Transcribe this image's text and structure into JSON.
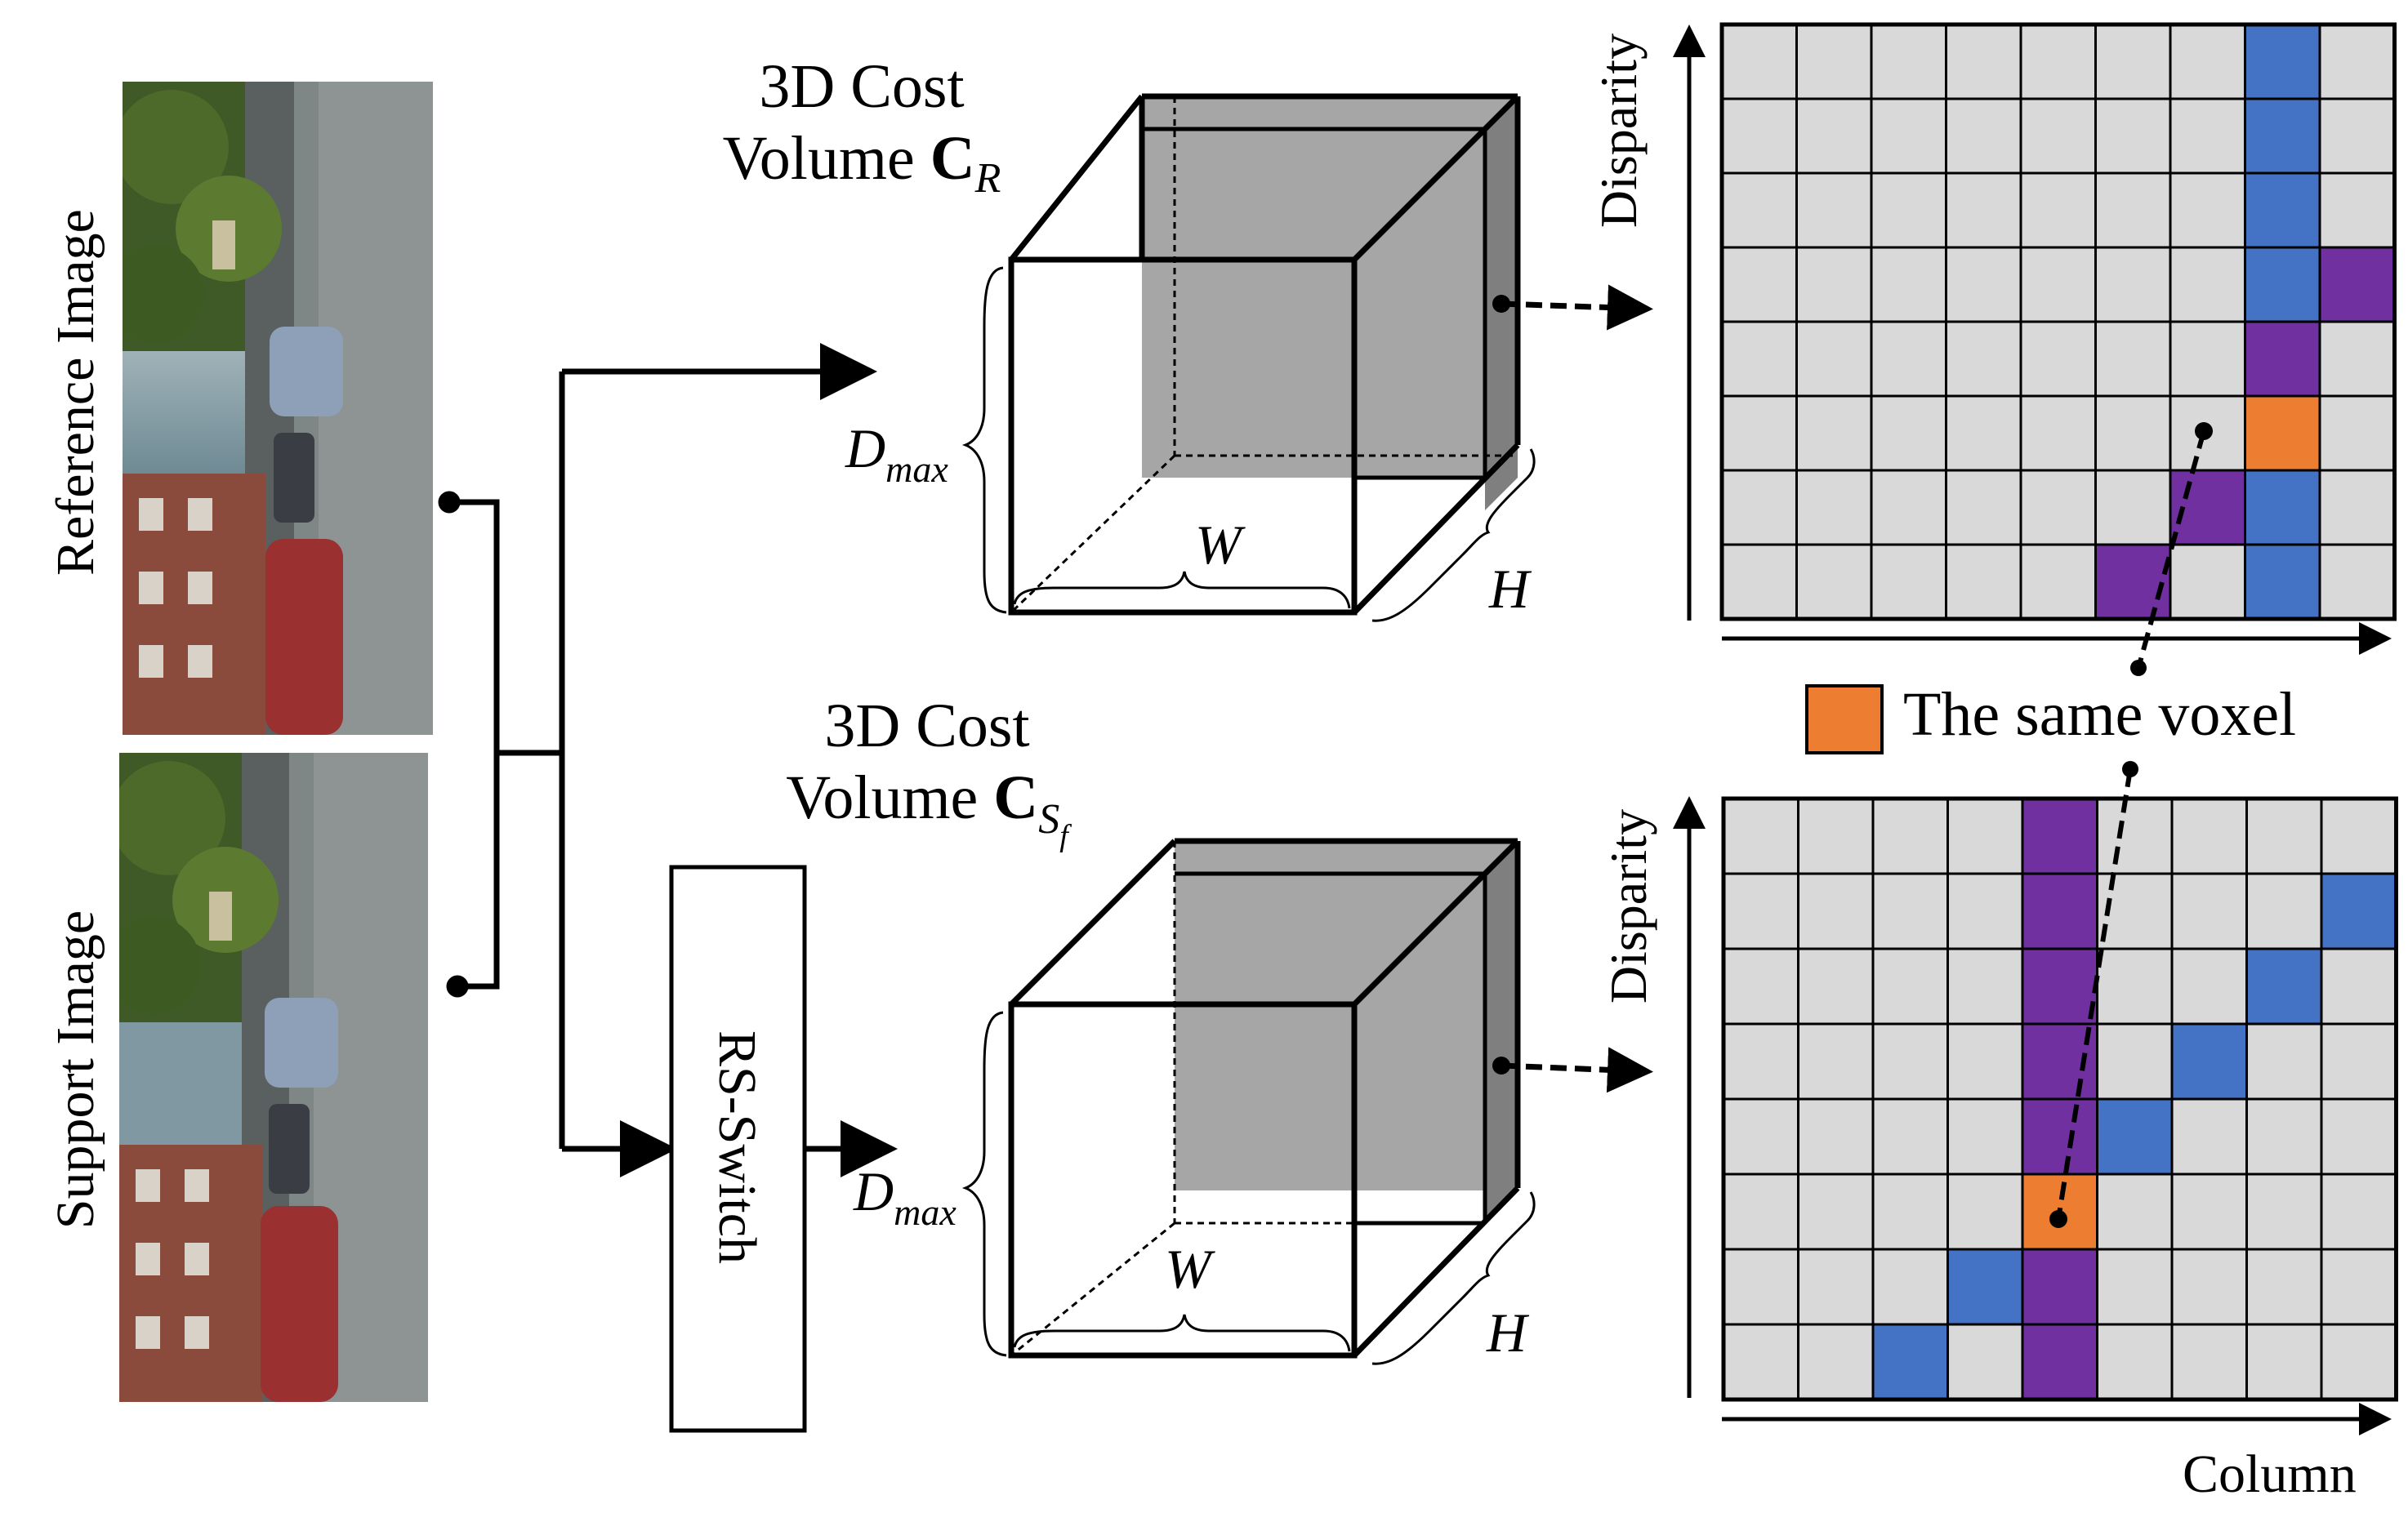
{
  "images": {
    "reference": {
      "label": "Reference Image"
    },
    "support": {
      "label": "Support Image"
    }
  },
  "switch": {
    "label": "RS-Switch"
  },
  "volumes": {
    "top": {
      "title_line1": "3D Cost",
      "title_prefix": "Volume ",
      "symbol": "C",
      "subscript": "R",
      "subsubscript": "",
      "dim_d": "D",
      "dim_d_sub": "max",
      "dim_w": "W",
      "dim_h": "H"
    },
    "bottom": {
      "title_line1": "3D Cost",
      "title_prefix": "Volume ",
      "symbol": "C",
      "subscript": "S",
      "subsubscript": "f",
      "dim_d": "D",
      "dim_d_sub": "max",
      "dim_w": "W",
      "dim_h": "H"
    }
  },
  "grids": {
    "top": {
      "y_axis_label": "Disparity",
      "x_axis_label": "",
      "rows": 8,
      "cols": 9,
      "cells": [
        "gggggggbg",
        "gggggggbg",
        "gggggggbg",
        "gggggggbp",
        "gggggggpg",
        "gggggggog",
        "ggggggpbg",
        "gggggpgbg"
      ]
    },
    "bottom": {
      "y_axis_label": "Disparity",
      "x_axis_label": "Column",
      "rows": 8,
      "cols": 9,
      "cells": [
        "ggggpgggg",
        "ggggpgggb",
        "ggggpggbg",
        "ggggpgbgg",
        "ggggpbggg",
        "ggggogggg",
        "gggbpgggg",
        "ggbgpgggg"
      ]
    }
  },
  "legend": {
    "label": "The same voxel"
  },
  "colors": {
    "grid_cell": "#d9d9d9",
    "blue": "#4472c4",
    "purple": "#7030a0",
    "orange": "#ed7d31",
    "cube_face": "#a6a6a6",
    "cube_side": "#808080"
  }
}
